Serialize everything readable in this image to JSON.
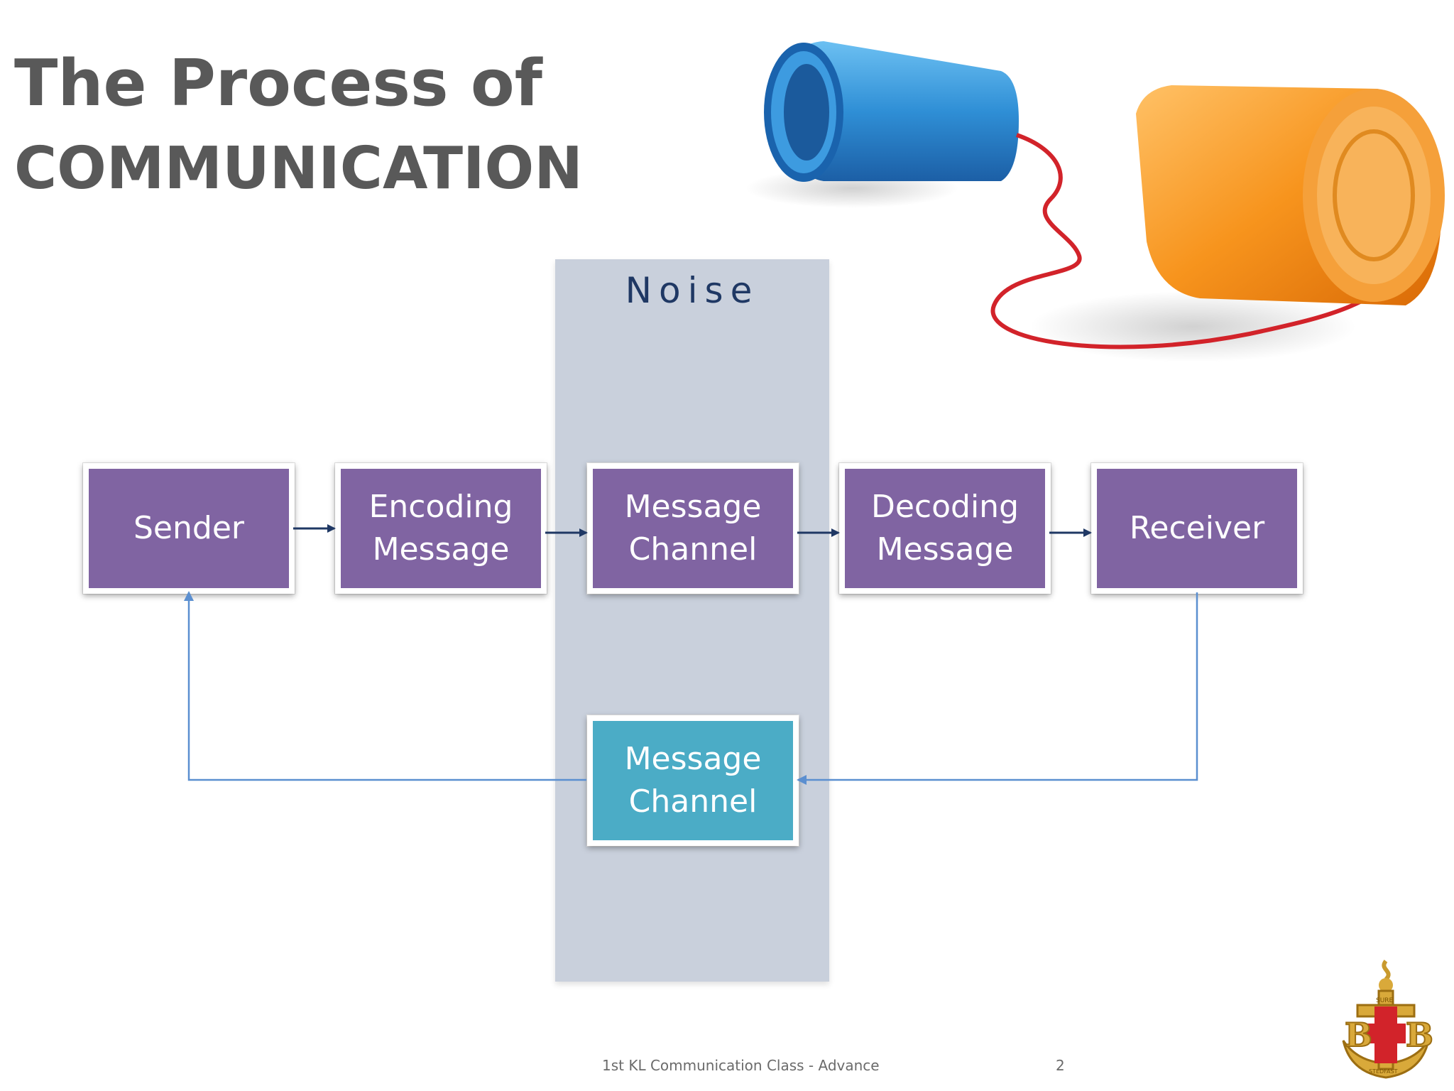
{
  "slide": {
    "title_line1": "The Process of",
    "title_line2": "COMMUNICATION",
    "noise_label": "Noise",
    "footer": "1st KL Communication Class - Advance",
    "page_number": "2"
  },
  "boxes": {
    "sender": "Sender",
    "encoding": "Encoding\nMessage",
    "channel": "Message\nChannel",
    "decoding": "Decoding\nMessage",
    "receiver": "Receiver",
    "feedback_channel": "Message\nChannel"
  },
  "logo": {
    "lettering": [
      "B",
      "B",
      "SURE",
      "STEDFAST"
    ]
  },
  "colors": {
    "process_box": "#8064a2",
    "feedback_box": "#4bacc6",
    "noise_band": "#c9d0dc",
    "noise_text": "#1f3864",
    "forward_arrow": "#1f3864",
    "feedback_arrow": "#5b8fd0",
    "title_text": "#595959"
  },
  "icons": {
    "illustration": "tin-can-telephone",
    "logo": "boys-brigade-crest"
  }
}
